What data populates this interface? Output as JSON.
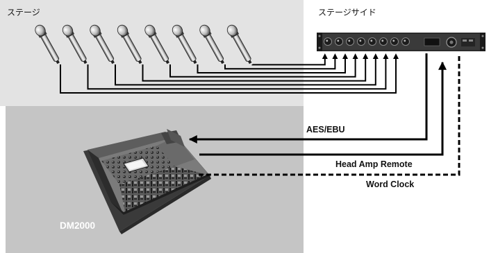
{
  "labels": {
    "stage": "ステージ",
    "stage_side": "ステージサイド",
    "aes_ebu": "AES/EBU",
    "head_amp_remote": "Head Amp Remote",
    "word_clock": "Word Clock",
    "console": "DM2000"
  },
  "microphone_count": 8,
  "colors": {
    "stage_bg": "#e3e3e3",
    "console_area_bg": "#c5c5c5",
    "line": "#000000",
    "console_label": "#ffffff"
  }
}
